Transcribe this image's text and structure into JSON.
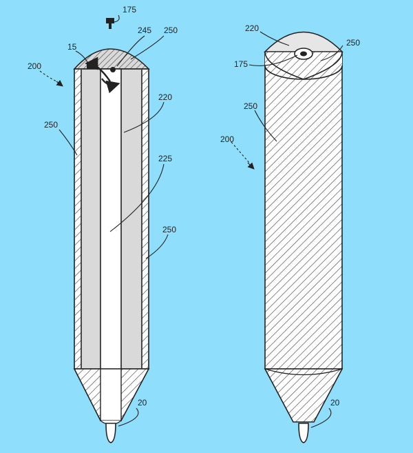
{
  "colors": {
    "background": "#8fdefc",
    "shell_fill": "#d9d9d9",
    "core_fill": "#ffffff",
    "line": "#222222"
  },
  "left_figure": {
    "labels": {
      "ref_175": "175",
      "ref_245": "245",
      "ref_250_top": "250",
      "ref_15": "15",
      "ref_200": "200",
      "ref_220": "220",
      "ref_250_left": "250",
      "ref_225": "225",
      "ref_250_right": "250",
      "ref_20": "20"
    }
  },
  "right_figure": {
    "labels": {
      "ref_220": "220",
      "ref_250_top": "250",
      "ref_175": "175",
      "ref_250_body": "250",
      "ref_200": "200",
      "ref_20": "20"
    }
  }
}
